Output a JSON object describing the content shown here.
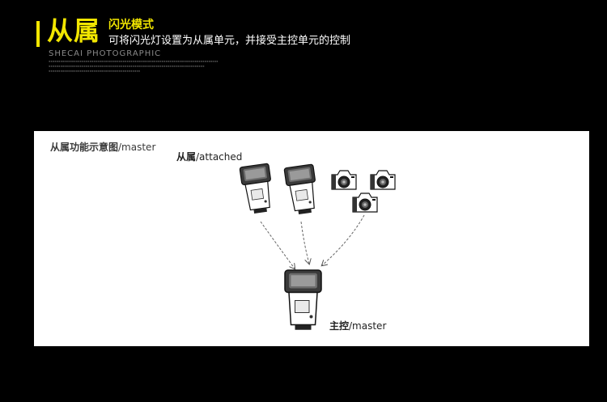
{
  "header": {
    "title": "从属",
    "mode": "闪光模式",
    "description": "可将闪光灯设置为从属单元，并接受主控单元的控制",
    "brand": "SHECAI PHOTOGRAPHIC",
    "accent_color": "#f2e600"
  },
  "diagram": {
    "caption_cn": "从属功能示意图",
    "caption_en": "/master",
    "attached_cn": "从属",
    "attached_en": "/attached",
    "master_cn": "主控",
    "master_en": "/master",
    "icons": [
      "flash-unit-icon",
      "camera-icon"
    ]
  }
}
